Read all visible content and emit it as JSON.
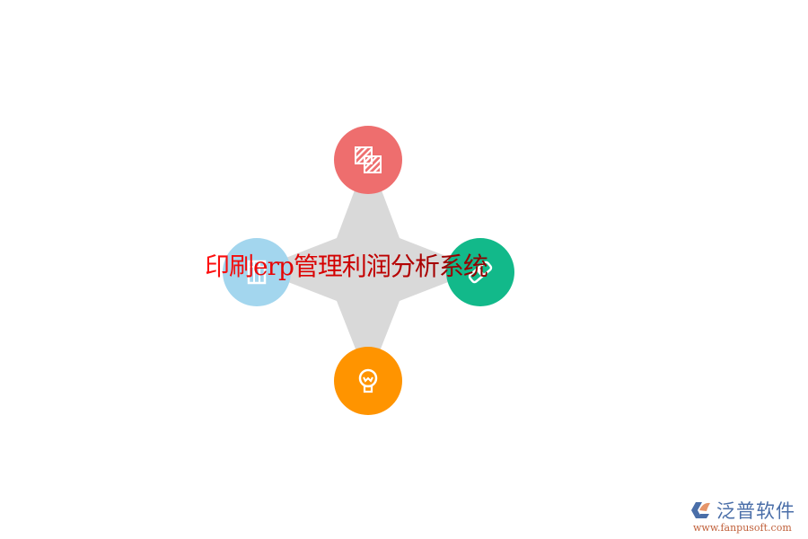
{
  "title": "印刷erp管理利润分析系统",
  "colors": {
    "star": "#d9d9d9",
    "top": "#ee6e6e",
    "left": "#a3d6ee",
    "right": "#12b98a",
    "bottom": "#ff9400",
    "title_start": "#ff1010",
    "title_end": "#8b0000"
  },
  "nodes": [
    {
      "position": "top",
      "icon": "layers-hatched-icon"
    },
    {
      "position": "left",
      "icon": "columns-icon"
    },
    {
      "position": "right",
      "icon": "link-icon"
    },
    {
      "position": "bottom",
      "icon": "lightbulb-icon"
    }
  ],
  "logo": {
    "name": "泛普软件",
    "url": "www.fanpusoft.com"
  }
}
